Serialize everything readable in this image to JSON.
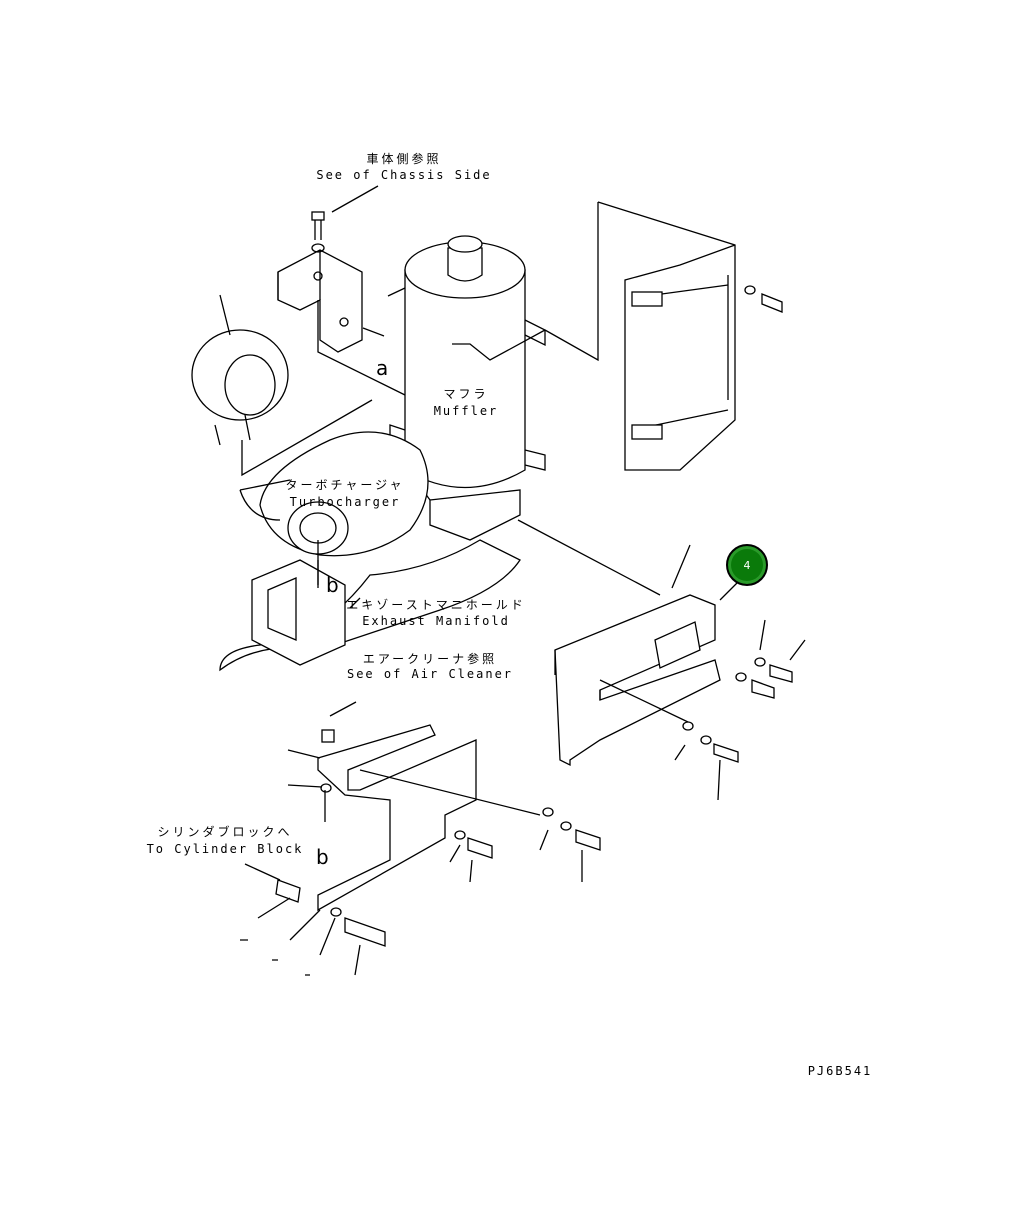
{
  "labels": {
    "chassis_jp": "車体側参照",
    "chassis_en": "See of Chassis Side",
    "muffler_jp": "マフラ",
    "muffler_en": "Muffler",
    "turbo_jp": "ターボチャージャ",
    "turbo_en": "Turbocharger",
    "manifold_jp": "エキゾーストマニホールド",
    "manifold_en": "Exhaust Manifold",
    "aircleaner_jp": "エアークリーナ参照",
    "aircleaner_en": "See of Air Cleaner",
    "cylinder_jp": "シリンダブロックへ",
    "cylinder_en": "To Cylinder Block",
    "ref_a": "a",
    "ref_b1": "b",
    "ref_b2": "b",
    "drawing_code": "PJ6B541"
  },
  "callouts": [
    {
      "number": "4",
      "color": "#0a7a0a"
    }
  ]
}
